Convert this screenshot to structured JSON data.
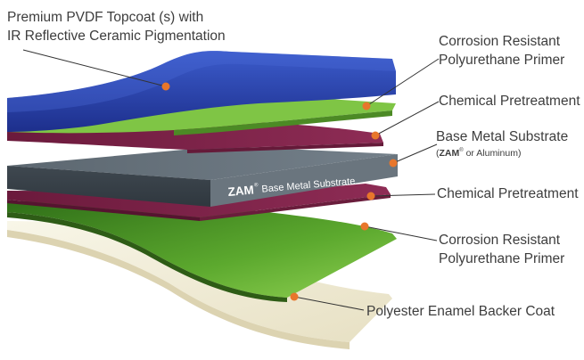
{
  "title": "",
  "labels": {
    "topcoat_line1": "Premium PVDF Topcoat (s) with",
    "topcoat_line2": "IR Reflective Ceramic Pigmentation",
    "primer_top_line1": "Corrosion Resistant",
    "primer_top_line2": "Polyurethane Primer",
    "pretreat_top": "Chemical Pretreatment",
    "substrate_line1": "Base Metal Substrate",
    "substrate_sub_open": "(",
    "substrate_sub_brand": "ZAM",
    "substrate_sub_reg": "®",
    "substrate_sub_rest": " or Aluminum)",
    "pretreat_bottom": "Chemical Pretreatment",
    "primer_bottom_line1": "Corrosion Resistant",
    "primer_bottom_line2": "Polyurethane Primer",
    "backer": "Polyester Enamel Backer Coat"
  },
  "substrate_emboss": {
    "brand": "ZAM",
    "reg": "®",
    "text": "Base Metal Substrate"
  },
  "colors": {
    "topcoat": "#2c45b0",
    "primer": "#7cc242",
    "pretreatment": "#7c2147",
    "substrate": "#5f6a73",
    "backer": "#f3efdc",
    "marker_dot": "#e8762b",
    "leader_line": "#333333"
  }
}
